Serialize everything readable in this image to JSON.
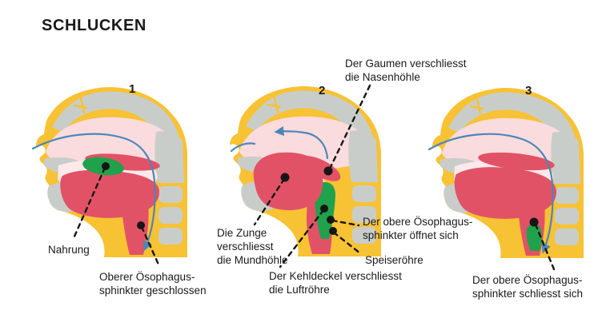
{
  "title": "SCHLUCKEN",
  "stage_numbers": [
    "1",
    "2",
    "3"
  ],
  "labels": {
    "nahrung": "Nahrung",
    "oberer_geschlossen": "Oberer Ösophagus-\nsphinkter geschlossen",
    "zunge": "Die Zunge\nverschliesst\ndie Mundhöhle",
    "kehldeckel": "Der Kehldeckel verschliesst\ndie Luftröhre",
    "gaumen": "Der Gaumen verschliesst\ndie Nasenhöhle",
    "oesophagus_oeffnet": "Der obere Ösophagus-\nsphinkter öffnet sich",
    "speiseroehre": "Speiseröhre",
    "oesophagus_schliesst": "Der obere Ösophagus-\nsphinkter schliesst sich"
  },
  "colors": {
    "background": "#ffffff",
    "skin_yellow": "#F7C234",
    "bone_gray": "#C9CDCA",
    "cavity_pink": "#FADCDE",
    "mouth_pink": "#FCE9EA",
    "tissue_red": "#E25266",
    "bolus_green": "#21A14C",
    "airflow_blue": "#4C86B8",
    "annotation_black": "#161616",
    "text_color": "#1A1A1A"
  }
}
